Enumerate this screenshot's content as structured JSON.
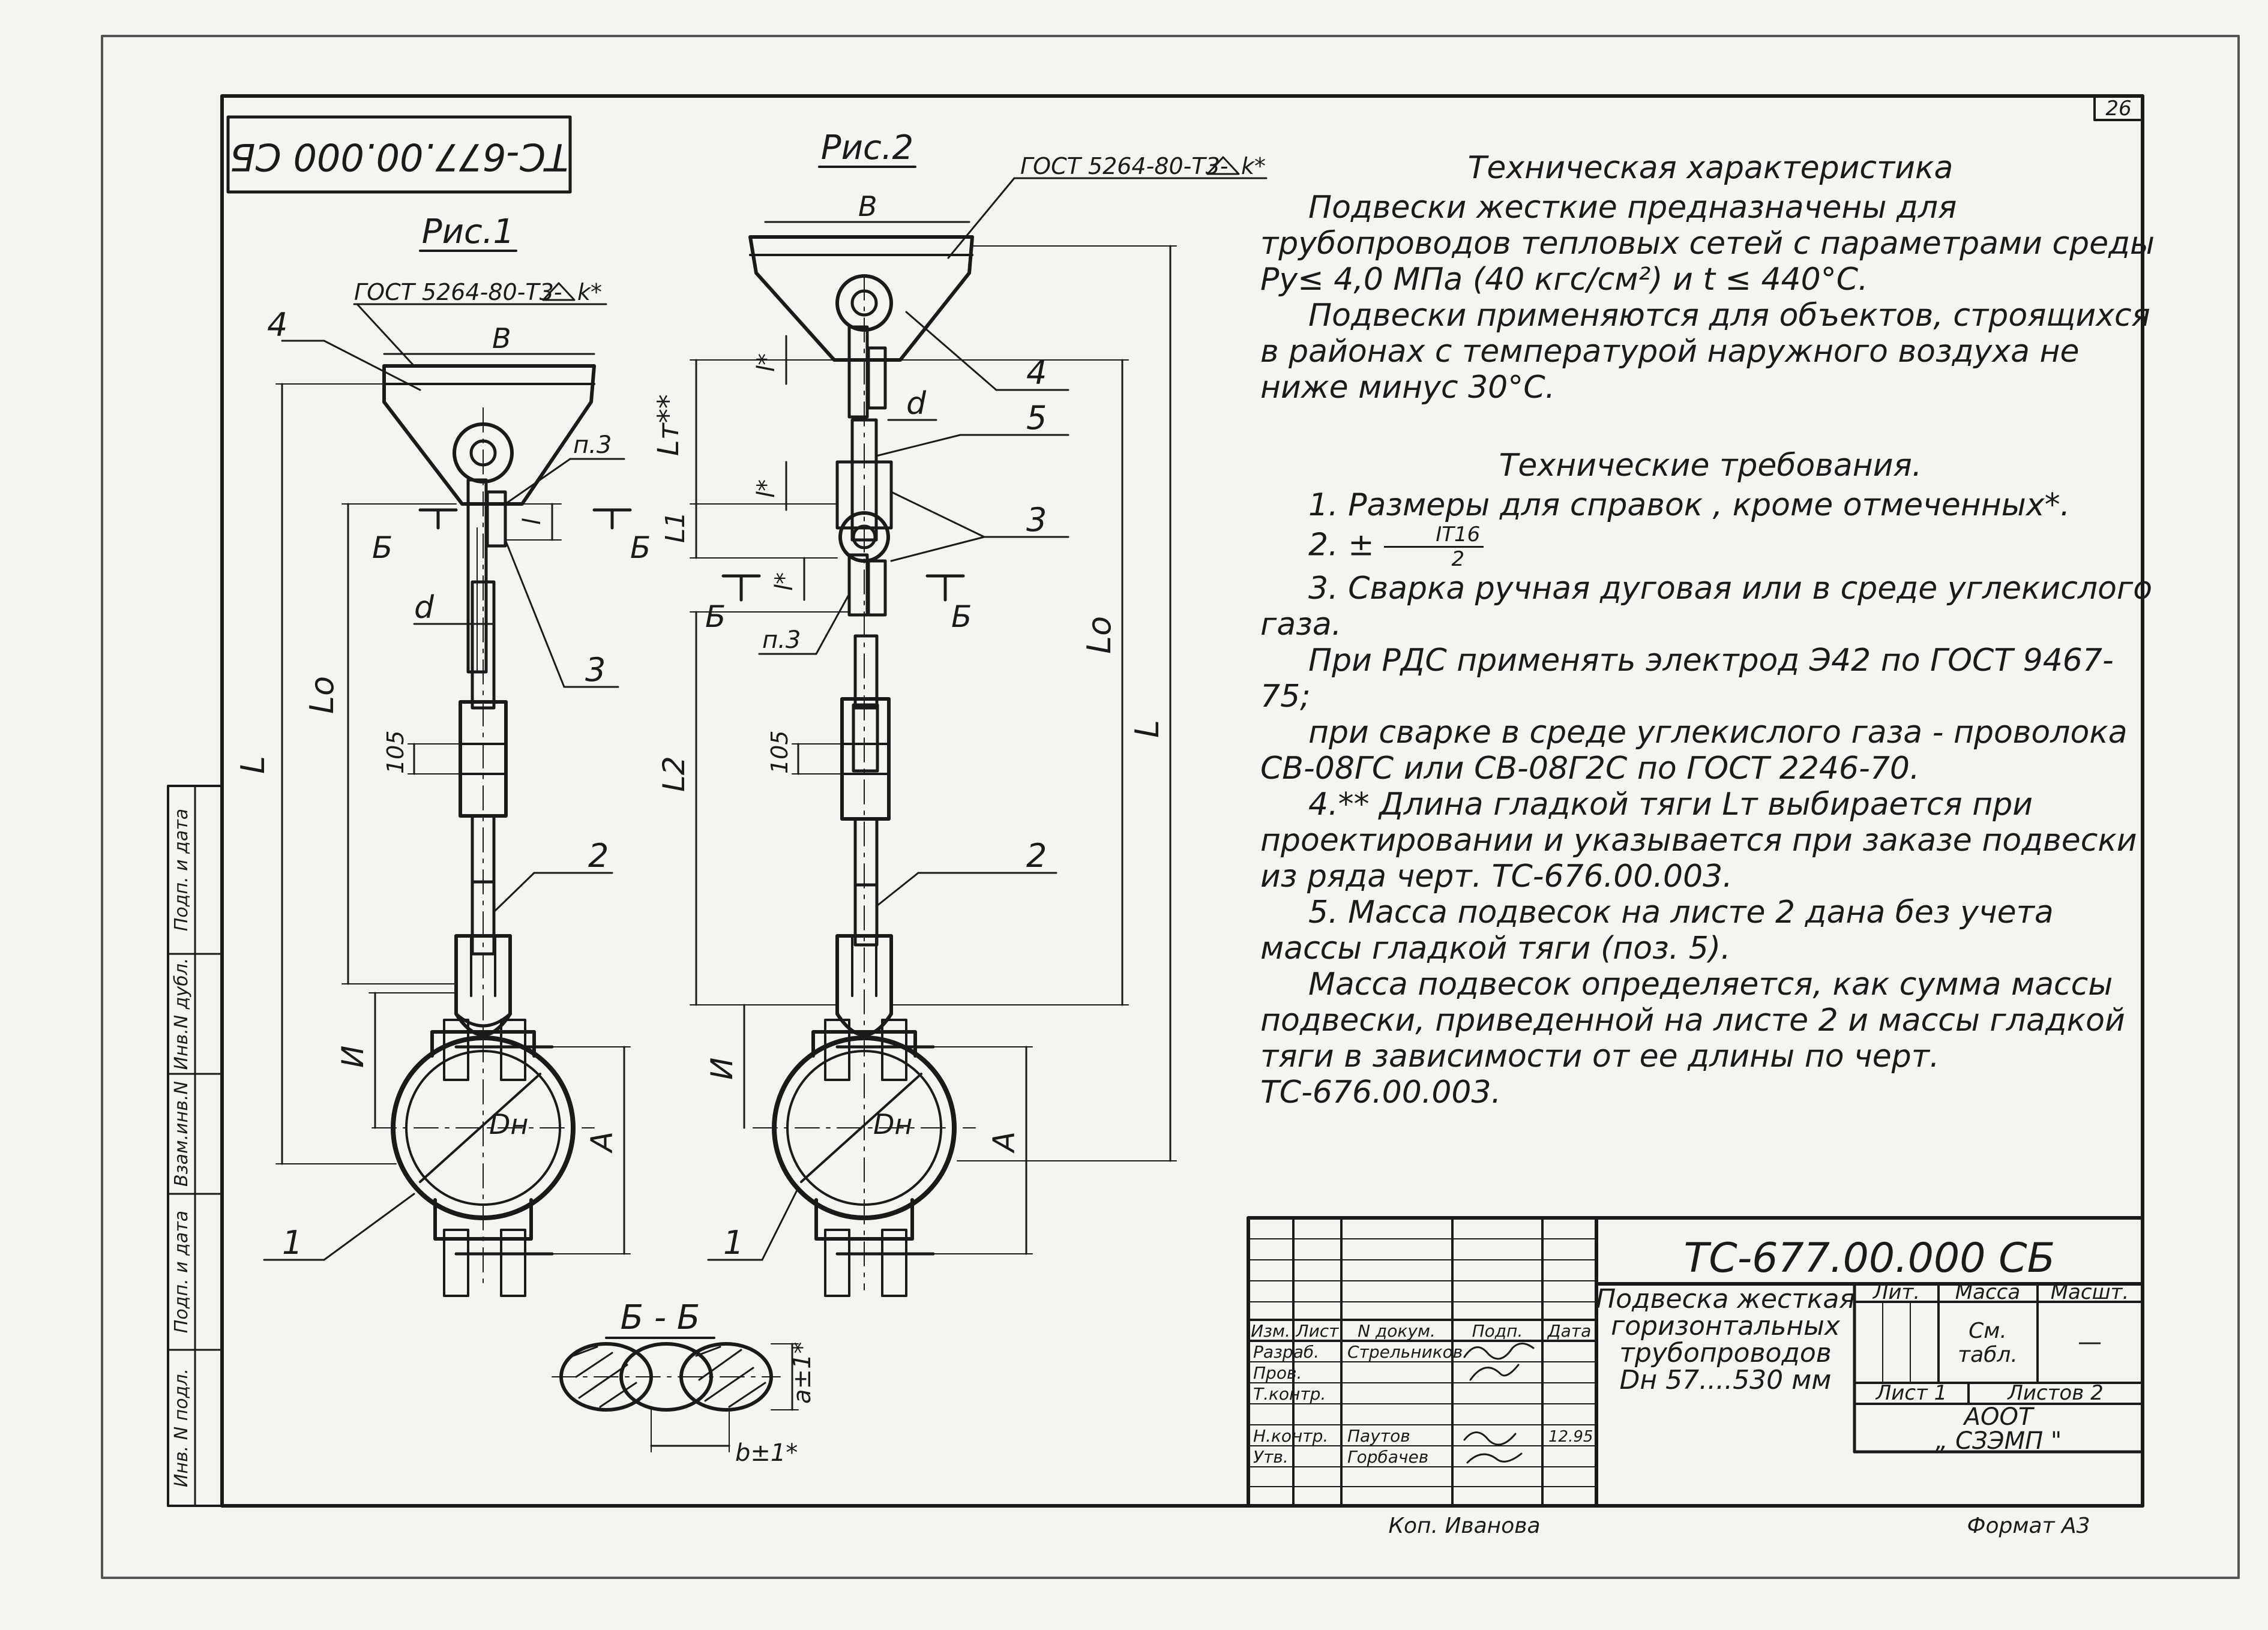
{
  "sheet_number": "26",
  "drawing_code": "ТС-677.00.000 СБ",
  "figure1": {
    "title": "Рис.1",
    "weld_spec": "ГОСТ 5264-80-Т3-",
    "weld_suffix": "k*",
    "width_label": "B",
    "note_p3": "п.3",
    "section_mark": "Б",
    "rod_label": "d",
    "length_L": "L",
    "length_Lo": "Lo",
    "dim_105": "105",
    "length_I": "И",
    "dim_A": "A",
    "dia_label": "Dн",
    "leader_1": "1",
    "leader_2": "2",
    "leader_3": "3",
    "leader_4": "4",
    "small_l": "l"
  },
  "figure2": {
    "title": "Рис.2",
    "weld_spec": "ГОСТ 5264-80-Т3-",
    "weld_suffix": "k*",
    "width_label": "B",
    "length_Lt": "Lт**",
    "l_star": "l*",
    "rod_label": "d",
    "length_L1": "L1",
    "length_Lo": "Lo",
    "length_L": "L",
    "length_L2": "L2",
    "dim_105": "105",
    "section_mark": "Б",
    "note_p3": "п.3",
    "length_I": "И",
    "dim_A": "A",
    "dia_label": "Dн",
    "leader_1": "1",
    "leader_2": "2",
    "leader_3": "3",
    "leader_4": "4",
    "leader_5": "5"
  },
  "section_bb": {
    "title": "Б - Б",
    "dim_b": "b±1*",
    "dim_a": "a±1*"
  },
  "spec": {
    "title1": "Техническая характеристика",
    "p1": "Подвески жесткие предназначены для трубопроводов тепловых сетей с параметрами среды Pу≤ 4,0 МПа (40 кгс/см²) и t ≤ 440°C.",
    "p2": "Подвески применяются для объектов, строящихся в районах с температурой наружного воздуха не ниже минус 30°С.",
    "title2": "Технические требования.",
    "r1": "1. Размеры для справок , кроме отмеченных*.",
    "r2_prefix": "2. ±",
    "r2_num": "IT16",
    "r2_den": "2",
    "r3a": "3. Сварка ручная дуговая или в среде углекислого газа.",
    "r3b": "При РДС применять электрод Э42 по ГОСТ 9467-75;",
    "r3c": "при сварке в среде углекислого газа - проволока СВ-08ГС или СВ-08Г2С по ГОСТ 2246-70.",
    "r4": "4.** Длина гладкой тяги Lт выбирается при проектировании и указывается при заказе подвески из ряда черт. ТС-676.00.003.",
    "r5": "5. Масса подвесок на листе 2 дана без учета массы гладкой тяги (поз. 5).",
    "r6": "Масса подвесок определяется, как сумма массы подвески, приведенной на листе 2 и массы гладкой тяги в зависимости от ее длины по черт. ТС-676.00.003."
  },
  "side_stamp": [
    "Инв. N подл.",
    "Подп. и дата",
    "Взам.инв.N",
    "Инв.N дубл.",
    "Подп. и дата"
  ],
  "title_block": {
    "code": "ТС-677.00.000 СБ",
    "name_line1": "Подвеска жесткая",
    "name_line2": "горизонтальных",
    "name_line3": "трубопроводов",
    "name_line4": "Dн 57....530 мм",
    "col_izm": "Изм.",
    "col_list": "Лист",
    "col_doc": "N докум.",
    "col_podp": "Подп.",
    "col_data": "Дата",
    "razrab": "Разраб.",
    "razrab_name": "Стрельников",
    "prov": "Пров.",
    "tkontr": "Т.контр.",
    "nkontr": "Н.контр.",
    "nkontr_name": "Паутов",
    "nkontr_date": "12.95",
    "utv": "Утв.",
    "utv_name": "Горбачев",
    "lit": "Лит.",
    "massa": "Масса",
    "masht": "Масшт.",
    "massa_val1": "См.",
    "massa_val2": "табл.",
    "masht_val": "—",
    "list": "Лист 1",
    "listov": "Листов 2",
    "org1": "АООТ",
    "org2": "„ СЗЭМП \""
  },
  "copied_by": "Коп. Иванова",
  "format": "Формат А3"
}
